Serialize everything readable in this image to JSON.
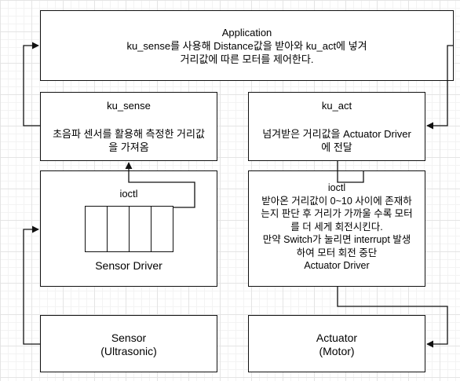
{
  "nodes": {
    "application": {
      "title": "Application",
      "lines": [
        "ku_sense를 사용해 Distance값을 받아와 ku_act에 넣겨",
        "거리값에 따른 모터를 제어한다."
      ]
    },
    "ku_sense": {
      "title": "ku_sense",
      "lines": [
        "초음파 센서를 활용해 측정한 거리값",
        "을 가져옴"
      ]
    },
    "ku_act": {
      "title": "ku_act",
      "lines": [
        "넘겨받은 거리값을 Actuator Driver",
        "에 전달"
      ]
    },
    "sensor_driver": {
      "title": "ioctl",
      "footer": "Sensor Driver"
    },
    "actuator_driver": {
      "lines": [
        "ioctl",
        "받아온 거리값이 0~10 사이에 존재하",
        "는지 판단 후 거리가 가까울 수록 모터",
        "를 더 세게 회전시킨다.",
        "만약 Switch가 눌리면 interrupt 발생",
        "하여 모터 회전 중단",
        "Actuator Driver"
      ]
    },
    "sensor": {
      "lines": [
        "Sensor",
        "(Ultrasonic)"
      ]
    },
    "actuator": {
      "lines": [
        "Actuator",
        "(Motor)"
      ]
    }
  },
  "colors": {
    "stroke": "#111111",
    "grid": "#e4e4e4",
    "background": "#ffffff"
  }
}
